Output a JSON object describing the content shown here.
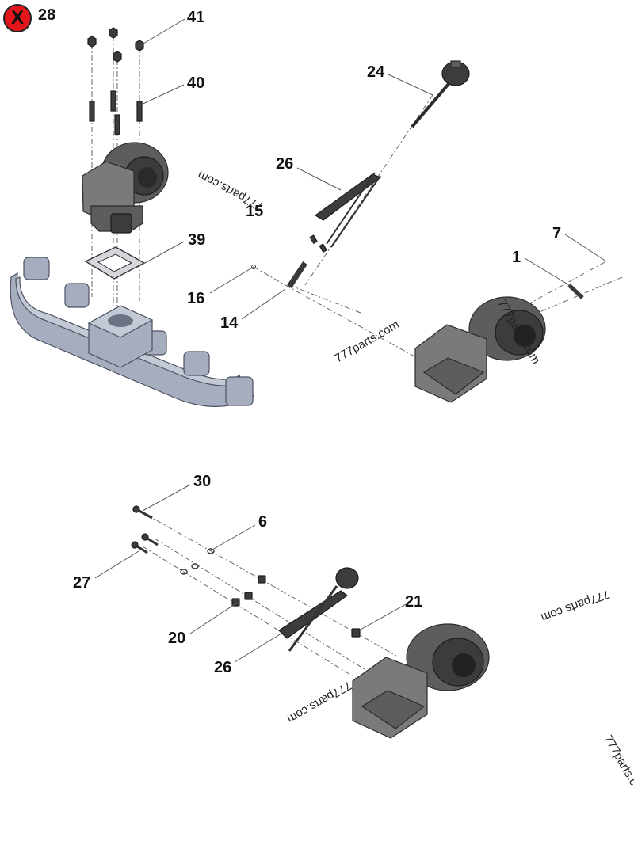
{
  "badge": {
    "mark": "X",
    "number": "28",
    "color": "#e3161b"
  },
  "callouts": {
    "c41": "41",
    "c40": "40",
    "c39": "39",
    "c24": "24",
    "c26a": "26",
    "c15": "15",
    "c16": "16",
    "c14": "14",
    "c7": "7",
    "c1": "1",
    "c30": "30",
    "c6": "6",
    "c27": "27",
    "c21": "21",
    "c20": "20",
    "c26b": "26"
  },
  "watermarks": {
    "w1": "777parts.com",
    "w2": "777parts.com",
    "w3": "777parts.com",
    "w4": "777parts.com",
    "w5": "777parts.com",
    "w6": "777parts.c"
  },
  "colors": {
    "part_gray": "#5d5d5d",
    "manifold_blue": "#a6adbf"
  }
}
